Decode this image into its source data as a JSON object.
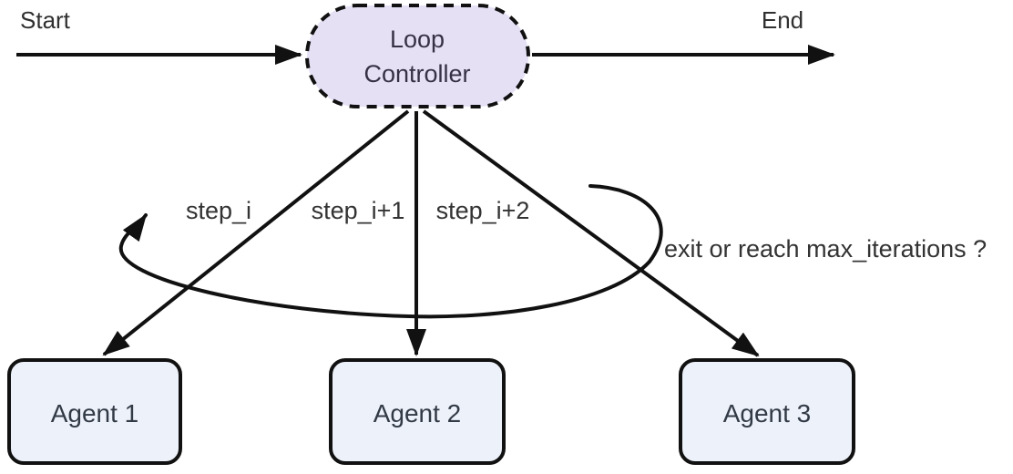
{
  "diagram": {
    "type": "flowchart",
    "background": "#ffffff",
    "line_color": "#111111",
    "labels": {
      "start": "Start",
      "end": "End"
    },
    "edges": {
      "step1": "step_i",
      "step2": "step_i+1",
      "step3": "step_i+2",
      "loop_condition": "exit or reach max_iterations ?"
    },
    "nodes": {
      "loop_controller": {
        "line1": "Loop",
        "line2": "Controller",
        "fill": "#e6e0f5"
      },
      "agent1": {
        "label": "Agent 1",
        "fill": "#edf1f9"
      },
      "agent2": {
        "label": "Agent 2",
        "fill": "#edf1f9"
      },
      "agent3": {
        "label": "Agent 3",
        "fill": "#edf1f9"
      }
    }
  }
}
